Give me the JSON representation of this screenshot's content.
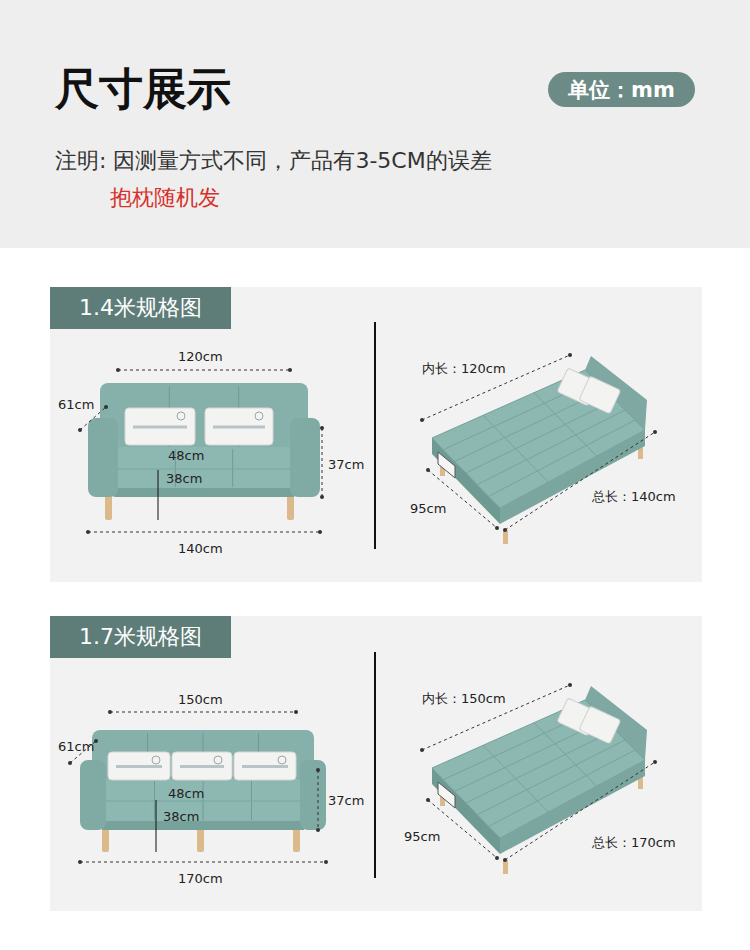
{
  "diagram": {
    "title": "尺寸展示",
    "nodes": [
      {
        "text": [
          "单位：mm"
        ]
      },
      {
        "text": [
          "1.4米规格图"
        ]
      },
      {
        "text": [
          "1.7米规格图"
        ]
      }
    ],
    "labels": [
      "注明: 因测量方式不同，产品有3-5CM的误差",
      "抱枕随机发",
      "120cm",
      "61cm",
      "48cm",
      "38cm",
      "37cm",
      "140cm",
      "内长：120cm",
      "95cm",
      "总长：140cm",
      "150cm",
      "61cm",
      "48cm",
      "38cm",
      "37cm",
      "170cm",
      "内长：150cm",
      "95cm",
      "总长：170cm"
    ]
  }
}
